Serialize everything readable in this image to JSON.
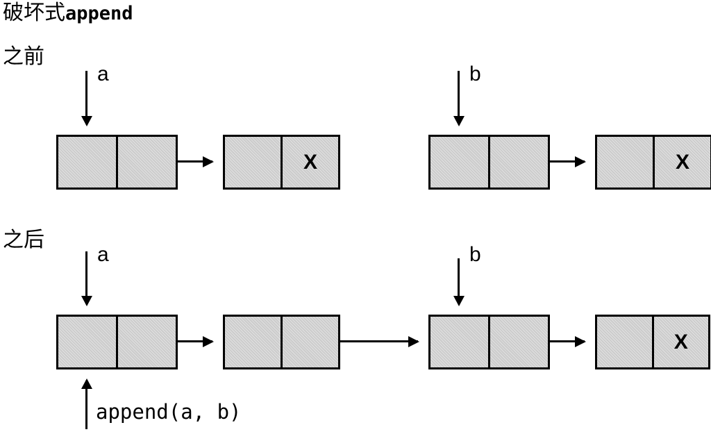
{
  "title": {
    "prefix": "破坏式",
    "mono": "append"
  },
  "sections": [
    {
      "label": "之前"
    },
    {
      "label": "之后"
    }
  ],
  "pointers": {
    "before_a": "a",
    "before_b": "b",
    "after_a": "a",
    "after_b": "b"
  },
  "call": {
    "label": "append(a, b)"
  },
  "nil_marker": "X",
  "colors": {
    "cell_fill": "#cccccc",
    "stroke": "#000000",
    "background": "#ffffff"
  },
  "before": {
    "list_a": {
      "pointer": "a",
      "nodes": [
        {
          "car": "",
          "cdr": ""
        },
        {
          "car": "",
          "cdr": "X"
        }
      ]
    },
    "list_b": {
      "pointer": "b",
      "nodes": [
        {
          "car": "",
          "cdr": ""
        },
        {
          "car": "",
          "cdr": "X"
        }
      ]
    }
  },
  "after": {
    "pointer_a": "a",
    "pointer_b": "b",
    "nodes": [
      {
        "car": "",
        "cdr": ""
      },
      {
        "car": "",
        "cdr": ""
      },
      {
        "car": "",
        "cdr": ""
      },
      {
        "car": "",
        "cdr": "X"
      }
    ]
  }
}
